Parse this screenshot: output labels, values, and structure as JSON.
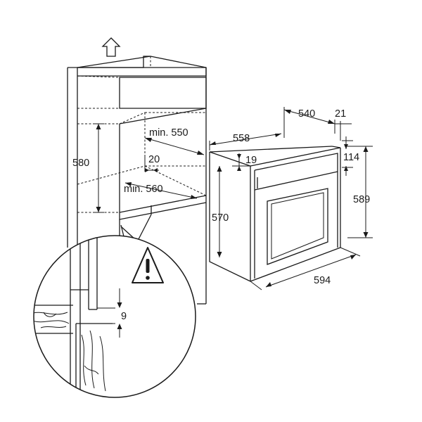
{
  "dimensions": {
    "cabinet_height": "580",
    "cabinet_width": "min. 550",
    "cabinet_depth": "min. 560",
    "rear_gap": "20",
    "oven_depth": "558",
    "oven_body_depth": "540",
    "door_offset": "21",
    "front_offset": "19",
    "panel_height": "114",
    "oven_total_height": "589",
    "oven_body_height": "570",
    "oven_width": "594",
    "shelf_gap": "9"
  },
  "icons": {
    "up_arrow": "ventilation-up-arrow",
    "warning": "warning-triangle"
  }
}
